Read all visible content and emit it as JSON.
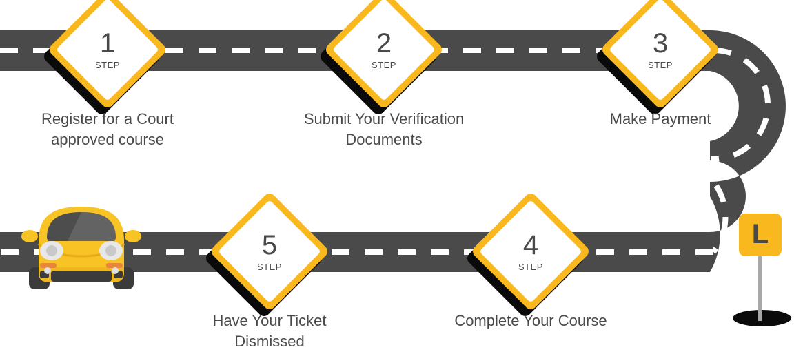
{
  "page": {
    "title": "Traffic Ticket Course 5 Step Process",
    "background_color": "#ffffff"
  },
  "colors": {
    "road": "#4a4a4a",
    "road_dash": "#ffffff",
    "accent_yellow": "#f9b81d",
    "text_gray": "#4a4a4a",
    "shadow_black": "#0a0a0a",
    "car_body": "#f7c325",
    "car_body_dark": "#e8a91a",
    "glass": "#4d4d4d",
    "tire": "#3d3d3d",
    "pole_gray": "#a8a8a8"
  },
  "steps": [
    {
      "number": "1",
      "step_word": "STEP",
      "caption": "Register for a Court\napproved course"
    },
    {
      "number": "2",
      "step_word": "STEP",
      "caption": "Submit Your Verification\nDocuments"
    },
    {
      "number": "3",
      "step_word": "STEP",
      "caption": "Make Payment"
    },
    {
      "number": "4",
      "step_word": "STEP",
      "caption": "Complete Your Course"
    },
    {
      "number": "5",
      "step_word": "STEP",
      "caption": "Have Your Ticket\nDismissed"
    }
  ],
  "learner_sign": {
    "letter": "L",
    "icon": "learner-driver-sign"
  },
  "car": {
    "icon": "yellow-car-front-view"
  }
}
